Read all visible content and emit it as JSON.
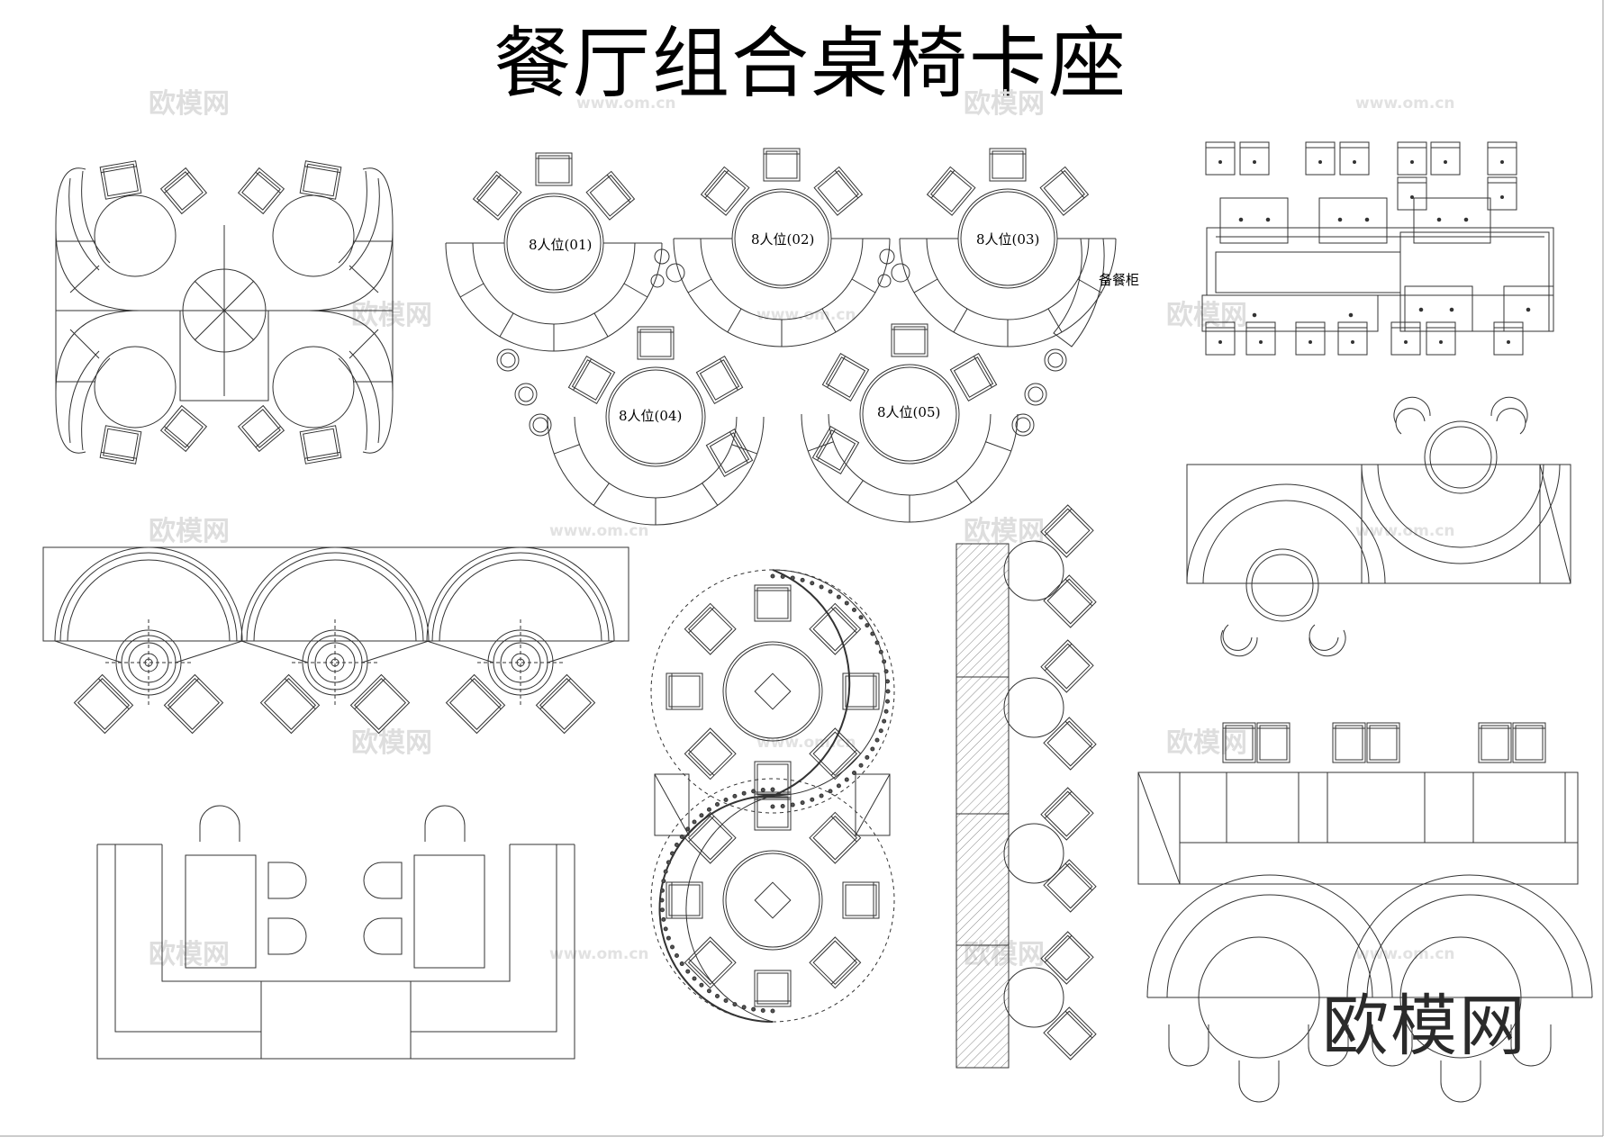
{
  "title": "餐厅组合桌椅卡座",
  "brand": "欧模网",
  "watermark": {
    "logo": "欧模网",
    "url": "www.om.cn"
  },
  "tables": [
    {
      "label": "8人位(01)"
    },
    {
      "label": "8人位(02)"
    },
    {
      "label": "8人位(03)"
    },
    {
      "label": "8人位(04)"
    },
    {
      "label": "8人位(05)"
    }
  ],
  "cabinet_label": "备餐柜",
  "colors": {
    "line": "#333333",
    "watermark": "#dedede"
  }
}
